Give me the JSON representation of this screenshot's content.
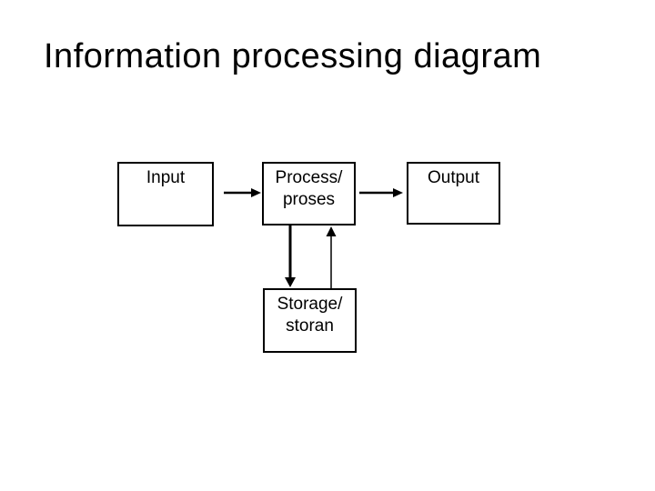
{
  "slide": {
    "title": "Information processing diagram",
    "colors": {
      "background": "#ffffff",
      "line": "#000000",
      "text": "#000000"
    },
    "nodes": [
      {
        "id": "input",
        "lines": [
          "Input"
        ]
      },
      {
        "id": "process",
        "lines": [
          "Process/",
          "proses"
        ]
      },
      {
        "id": "output",
        "lines": [
          "Output"
        ]
      },
      {
        "id": "storage",
        "lines": [
          "Storage/",
          "storan"
        ]
      }
    ],
    "edges": [
      {
        "id": "input-to-process",
        "from": "input",
        "to": "process",
        "direction": "right",
        "weight": "normal"
      },
      {
        "id": "process-to-output",
        "from": "process",
        "to": "output",
        "direction": "right",
        "weight": "normal"
      },
      {
        "id": "process-to-storage",
        "from": "process",
        "to": "storage",
        "direction": "down",
        "weight": "thick"
      },
      {
        "id": "storage-to-process",
        "from": "storage",
        "to": "process",
        "direction": "up",
        "weight": "thin"
      }
    ]
  }
}
